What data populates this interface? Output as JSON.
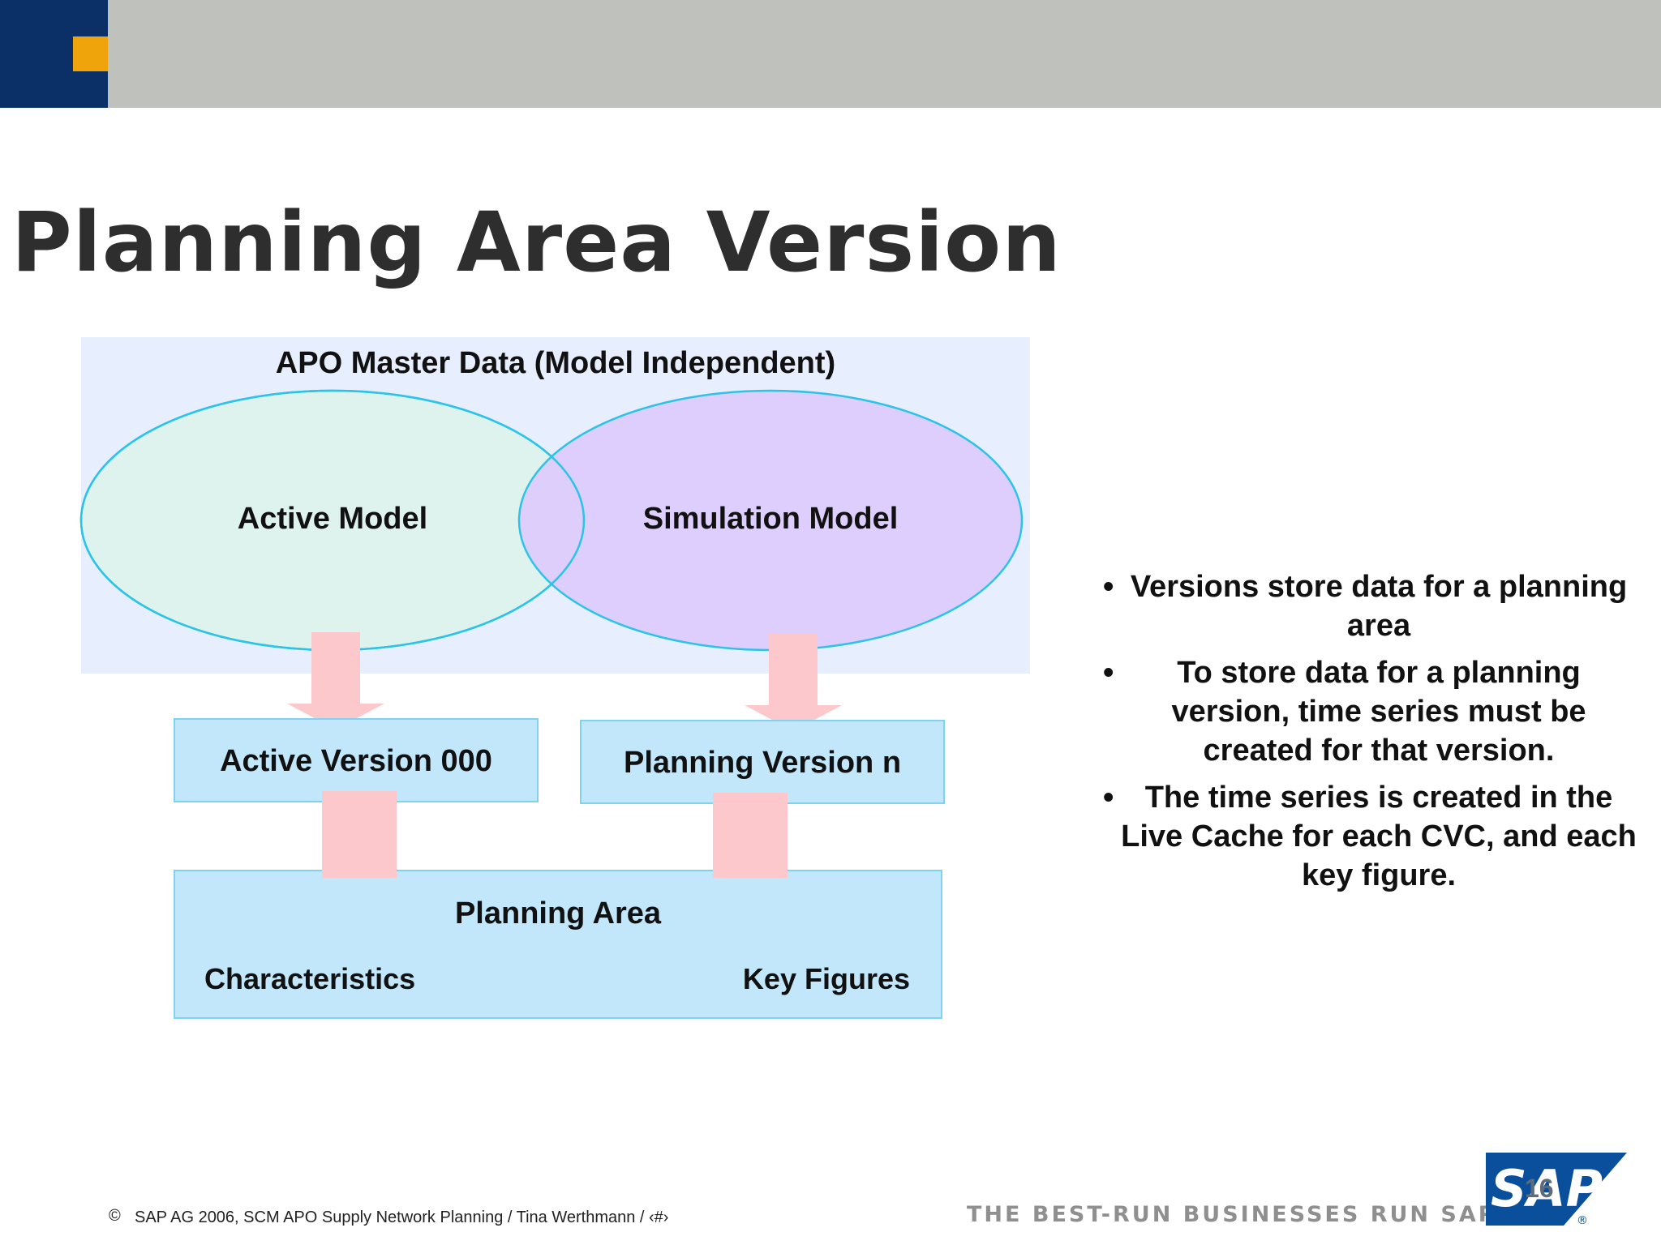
{
  "slide": {
    "title": "Planning Area Version"
  },
  "diagram": {
    "master_data_label": "APO Master Data (Model Independent)",
    "active_model_label": "Active Model",
    "simulation_model_label": "Simulation Model",
    "active_version_label": "Active Version 000",
    "planning_version_label": "Planning Version n",
    "planning_area_label": "Planning Area",
    "characteristics_label": "Characteristics",
    "key_figures_label": "Key Figures"
  },
  "bullets": [
    "Versions store data for a planning area",
    "To store data for a planning version, time series must be created for that version.",
    "The time series is created in the Live Cache for each CVC, and each key figure."
  ],
  "footer": {
    "copyright_symbol": "©",
    "text": "SAP AG 2006, SCM APO Supply Network Planning / Tina Werthmann / ‹#›",
    "tagline": "THE BEST-RUN BUSINESSES RUN SAP™",
    "page_number": "16"
  },
  "logo": {
    "text": "SAP",
    "registered": "®",
    "icon": "sap-logo-icon"
  },
  "colors": {
    "header_gray": "#bfc1bd",
    "header_navy": "#0b3068",
    "header_orange": "#f0a40c",
    "master_background": "#e7eefd",
    "active_model_fill": "#dff3ee",
    "simulation_model_fill": "#dccbfd",
    "ellipse_stroke": "#2bc4e8",
    "box_fill": "#c2e7fb",
    "arrow_fill": "#fcc8cc"
  }
}
